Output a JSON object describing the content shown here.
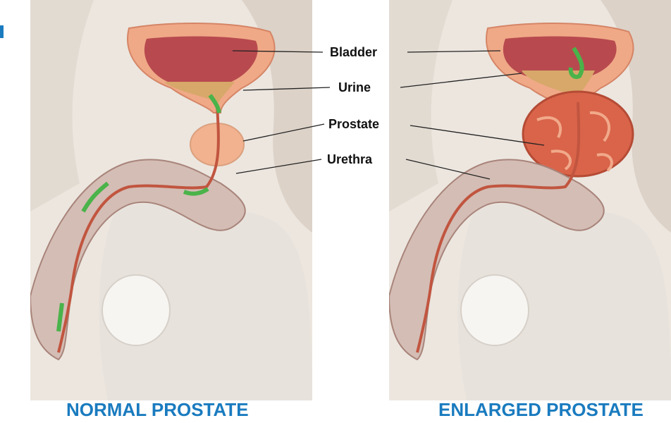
{
  "labels": {
    "bladder": "Bladder",
    "urine": "Urine",
    "prostate": "Prostate",
    "urethra": "Urethra"
  },
  "captions": {
    "normal": "NORMAL PROSTATE",
    "enlarged": "ENLARGED PROSTATE"
  },
  "colors": {
    "background_tissue": "#ece6df",
    "bladder_wall": "#f0a987",
    "bladder_inner": "#b84a4f",
    "urine": "#d7a86a",
    "prostate_normal": "#f2b28f",
    "prostate_enlarged": "#d9644a",
    "urethra": "#c1553f",
    "flow_arrow": "#4ab34a",
    "caption": "#1a7bbf"
  },
  "icons": {
    "flow_arrow": "green-arrow-icon"
  }
}
